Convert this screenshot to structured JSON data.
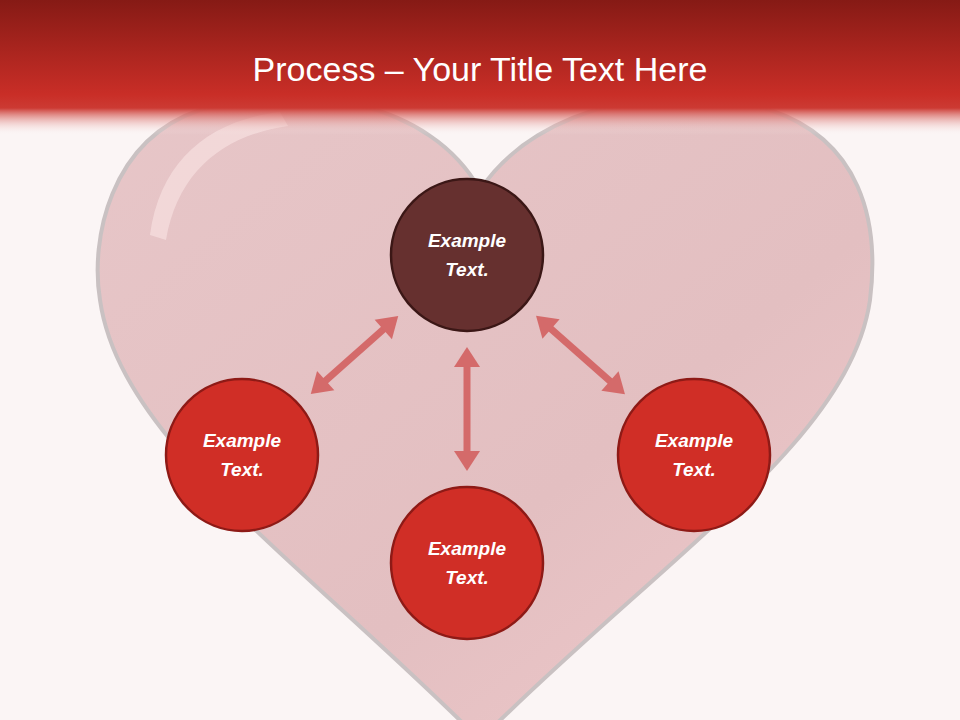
{
  "diagram": {
    "title": "Process – Your Title Text Here",
    "nodes": [
      {
        "text": [
          "Example Text."
        ]
      },
      {
        "text": [
          "Example Text."
        ]
      },
      {
        "text": [
          "Example Text."
        ]
      },
      {
        "text": [
          "Example Text."
        ]
      }
    ],
    "edges": [
      {
        "from": 1,
        "to": 0,
        "arrow": "both"
      },
      {
        "from": 0,
        "to": 3,
        "arrow": "both"
      },
      {
        "from": 0,
        "to": 2,
        "arrow": "both"
      }
    ]
  }
}
